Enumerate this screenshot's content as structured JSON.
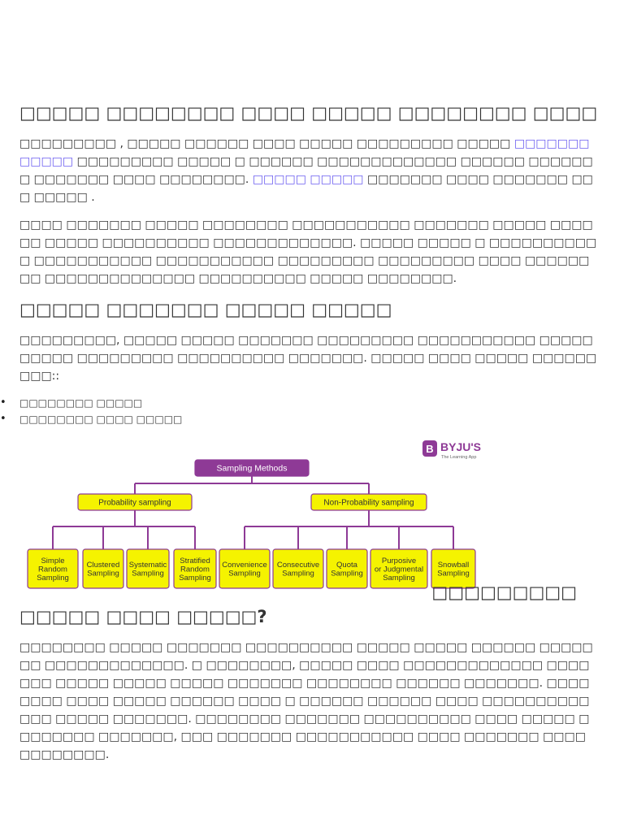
{
  "article": {
    "section1": {
      "heading": "□□□□□ □□□□□□□□ □□□□ □□□□□ □□□□□□□□ □□□□□?",
      "para1": {
        "text_before": "□□□□□□□□□ , □□□□□ □□□□□□ □□□□ □□□□□ □□□□□□□□□ □□□□□ ",
        "link1": "□□□□□□□□□□□□",
        "text_mid": " □□□□□□□□□ □□□□□ □ □□□□□□ □□□□□□□□□□□□□ □□□□□□ □□□□□□□ □□□□□□□ □□□□ □□□□□□□□. ",
        "link2": "□□□□□ □□□□□",
        "text_after": " □□□□□□□ □□□□ □□□□□□□ □□□ □□□□□ ."
      },
      "para2": "□□□□ □□□□□□□ □□□□□ □□□□□□□□ □□□□□□□□□□□ □□□□□□□ □□□□□ □□□□□□ □□□□□ □□□□□□□□□□ □□□□□□□□□□□□□. □□□□□ □□□□□ □ □□□□□□□□□□□ □□□□□□□□□□□ □□□□□□□□□□□ □□□□□□□□□ □□□□□□□□□ □□□□ □□□□□□□□ □□□□□□□□□□□□□□ □□□□□□□□□□ □□□□□ □□□□□□□□."
    },
    "section2": {
      "heading": "□□□□□ □□□□□□□ □□□□□ □□□□□",
      "para": "□□□□□□□□□, □□□□□ □□□□□ □□□□□□□ □□□□□□□□□ □□□□□□□□□□□ □□□□□ □□□□□ □□□□□□□□□ □□□□□□□□□□ □□□□□□□. □□□□□ □□□□ □□□□□ □□□□□□□□□::",
      "list": [
        "□□□□□□□□ □□□□□",
        "□□□□□□□□ □□□□ □□□□□"
      ]
    },
    "section3": {
      "heading_part1": "□□□□□□□□□",
      "heading_part2": "□□□□□ □□□□ □□□□□?",
      "para": "□□□□□□□□ □□□□□ □□□□□□□ □□□□□□□□□□ □□□□□ □□□□□ □□□□□□ □□□□□□□ □□□□□□□□□□□□□. □ □□□□□□□□, □□□□□ □□□□ □□□□□□□□□□□□□ □□□□□□□ □□□□□ □□□□□ □□□□□ □□□□□□□ □□□□□□□□ □□□□□□ □□□□□□□. □□□□□□□□ □□□□ □□□□□ □□□□□□ □□□□ □ □□□□□□ □□□□□□ □□□□ □□□□□□□□□□□□□ □□□□□ □□□□□□□. □□□□□□□□ □□□□□□□ □□□□□□□□□□ □□□□ □□□□□ □□□□□□□□ □□□□□□□, □□□ □□□□□□□ □□□□□□□□□□□ □□□□ □□□□□□□ □□□□ □□□□□□□□."
    }
  },
  "diagram": {
    "brand": "BYJU'S",
    "brand_tagline": "The Learning App",
    "brand_logo_letter": "B",
    "root": "Sampling Methods",
    "branches": [
      "Probability sampling",
      "Non-Probability sampling"
    ],
    "probability_leaves": [
      [
        "Simple",
        "Random",
        "Sampling"
      ],
      [
        "Clustered",
        "Sampling"
      ],
      [
        "Systematic",
        "Sampling"
      ],
      [
        "Stratified",
        "Random",
        "Sampling"
      ]
    ],
    "non_probability_leaves": [
      [
        "Convenience",
        "Sampling"
      ],
      [
        "Consecutive",
        "Sampling"
      ],
      [
        "Quota",
        "Sampling"
      ],
      [
        "Purposive",
        "or Judgmental",
        "Sampling"
      ],
      [
        "Snowball",
        "Sampling"
      ]
    ],
    "colors": {
      "root_fill": "#8e3a96",
      "box_fill": "#f5f300",
      "line": "#8e3a96",
      "brand": "#8e3a96"
    }
  }
}
